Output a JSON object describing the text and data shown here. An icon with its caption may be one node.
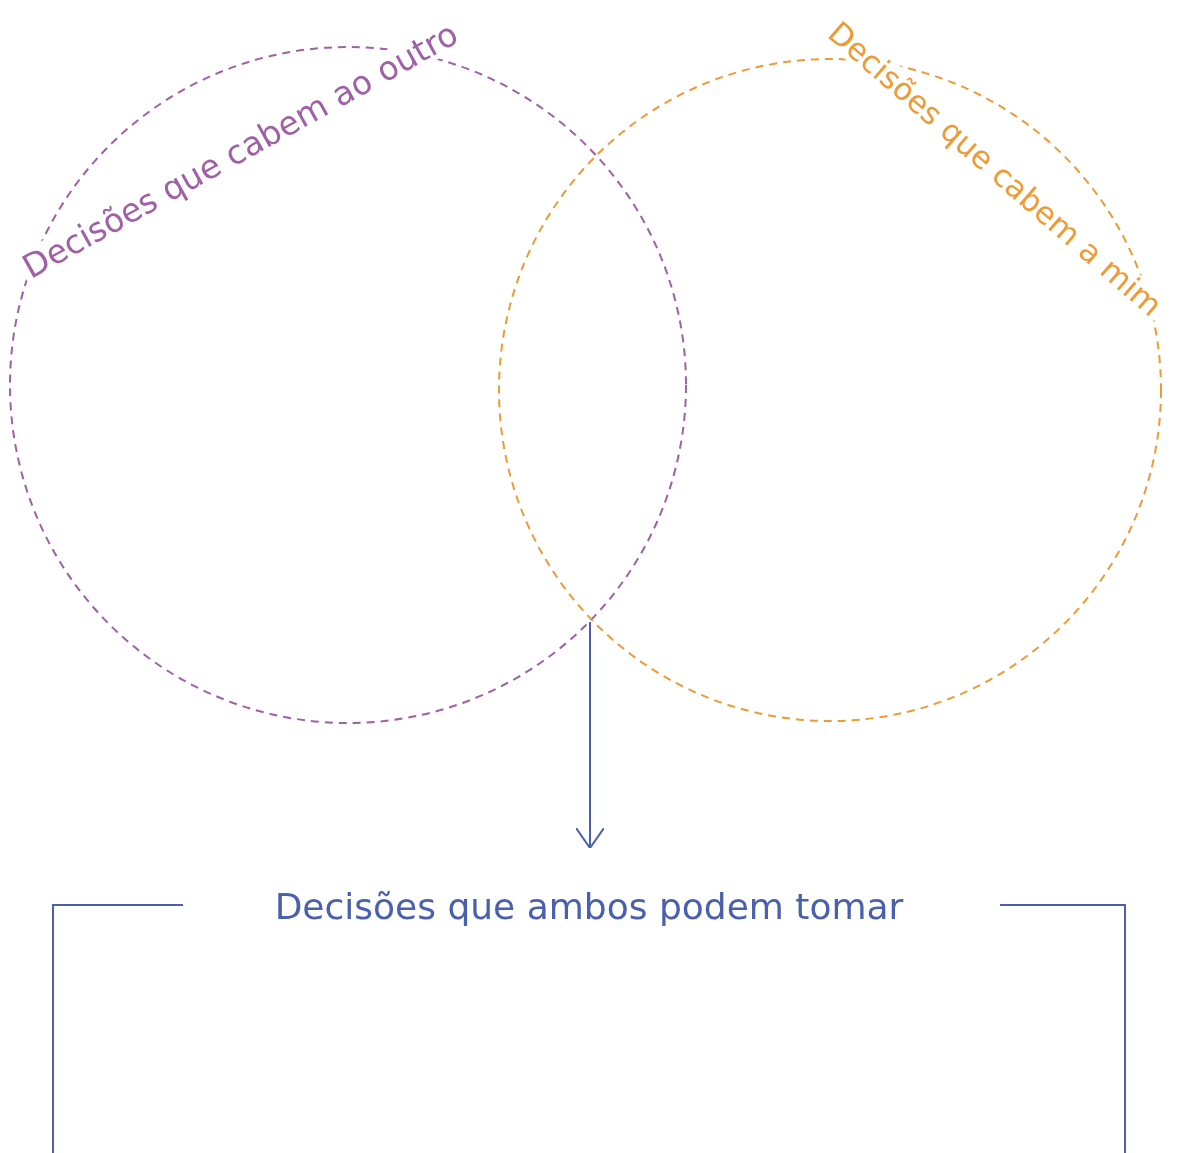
{
  "diagram": {
    "nodes": [
      {
        "text": [
          "Decisões que cabem ao outro"
        ]
      },
      {
        "text": [
          "Decisões que cabem a mim"
        ]
      },
      {
        "text": [
          "Decisões que ambos podem tomar"
        ]
      }
    ],
    "edges": [
      {
        "from": 1,
        "to": 2,
        "arrow": "to"
      }
    ]
  }
}
